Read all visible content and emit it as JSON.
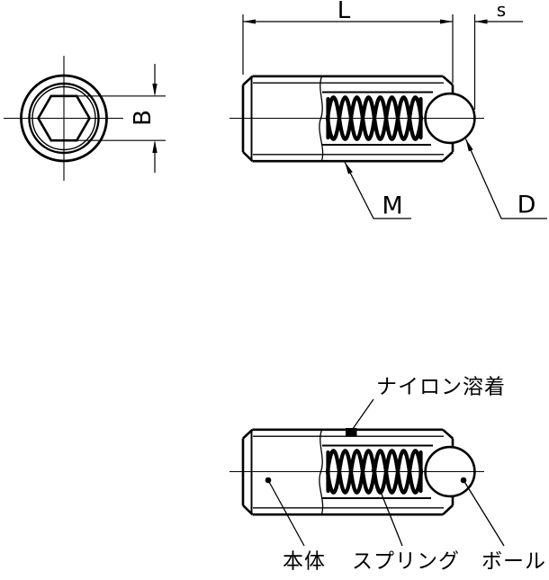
{
  "colors": {
    "line": "#000000",
    "background": "#ffffff",
    "text": "#000000"
  },
  "views": {
    "front": {
      "dim_b": "B"
    },
    "side": {
      "dim_l": "L",
      "dim_s": "s",
      "thread": "M",
      "ball_dia": "D"
    },
    "section": {
      "nylon_weld": "ナイロン溶着",
      "body": "本体",
      "spring": "スプリング",
      "ball": "ボール"
    }
  }
}
